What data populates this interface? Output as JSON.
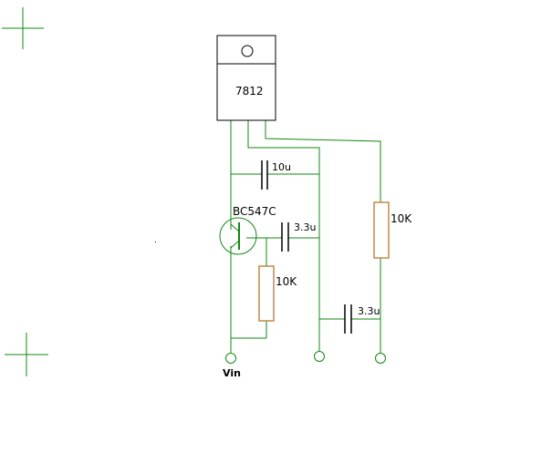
{
  "colors": {
    "wire": "#118811",
    "component": "#000000",
    "resistor": "#c08a4a",
    "background": "#ffffff"
  },
  "regulator": {
    "label": "7812"
  },
  "transistor": {
    "label": "BC547C"
  },
  "capacitors": {
    "c1": "10u",
    "c2": "3.3u",
    "c3": "3.3u"
  },
  "resistors": {
    "r1": "10K",
    "r2": "10K"
  },
  "terminals": {
    "vin_label": "Vin"
  }
}
